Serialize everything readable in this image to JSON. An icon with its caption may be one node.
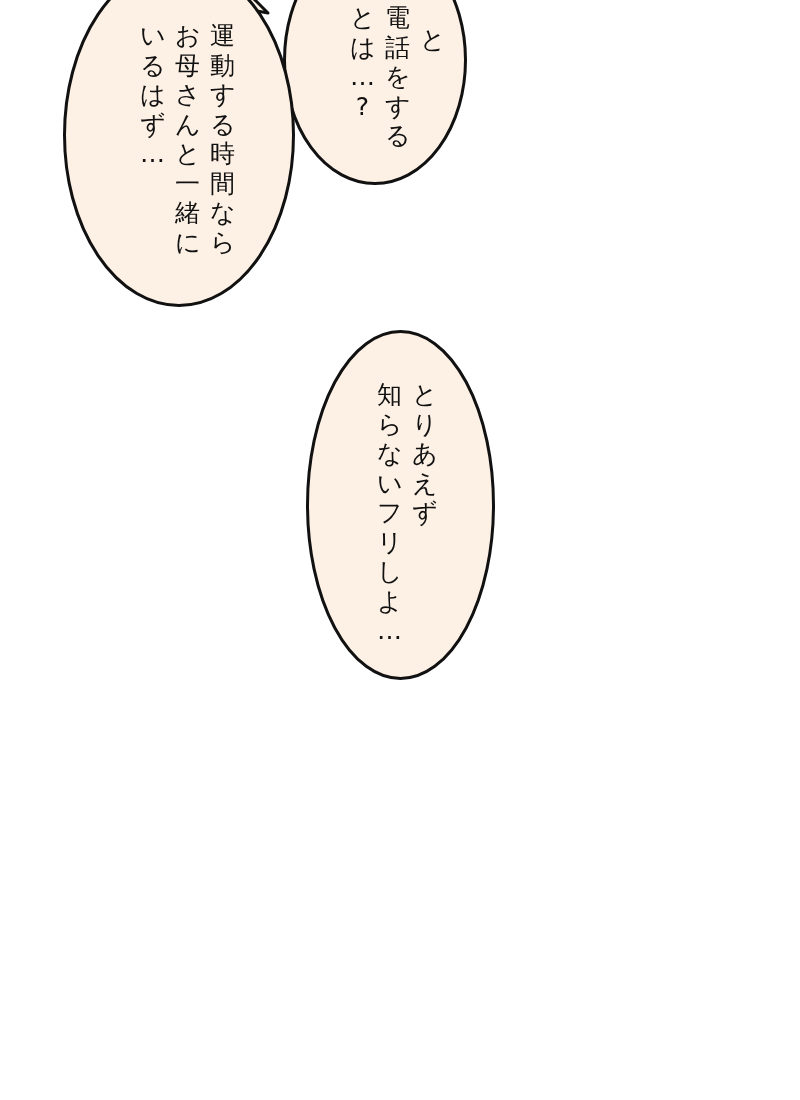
{
  "diagram": {
    "nodes": [
      {
        "text": [
          "と電話をするとは…?"
        ]
      },
      {
        "text": [
          "運動する時間ならお母さんと一緒にいるはず…"
        ]
      },
      {
        "text": [
          "とりあえず知らないフリしよ…"
        ]
      }
    ]
  }
}
